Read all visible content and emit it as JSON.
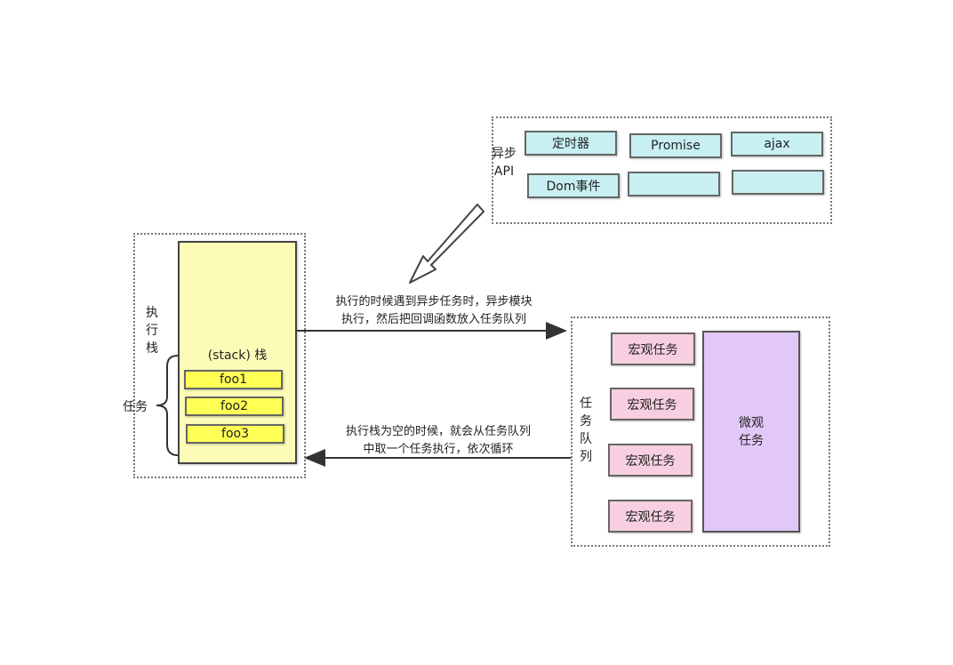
{
  "async_api": {
    "label": "异步API",
    "items": [
      "定时器",
      "Promise",
      "ajax",
      "Dom事件",
      "",
      ""
    ]
  },
  "call_stack": {
    "label": "执行栈",
    "stack_label": "(stack) 栈",
    "tasks_label": "任务",
    "frames": [
      "foo1",
      "foo2",
      "foo3"
    ]
  },
  "task_queue": {
    "label": "任务队列",
    "macro_tasks": [
      "宏观任务",
      "宏观任务",
      "宏观任务",
      "宏观任务"
    ],
    "micro_task": "微观任务"
  },
  "notes": {
    "to_queue_line1": "执行的时候遇到异步任务时，异步模块",
    "to_queue_line2": "执行，然后把回调函数放入任务队列",
    "to_stack_line1": "执行栈为空的时候，就会从任务队列",
    "to_stack_line2": "中取一个任务执行，依次循环"
  }
}
